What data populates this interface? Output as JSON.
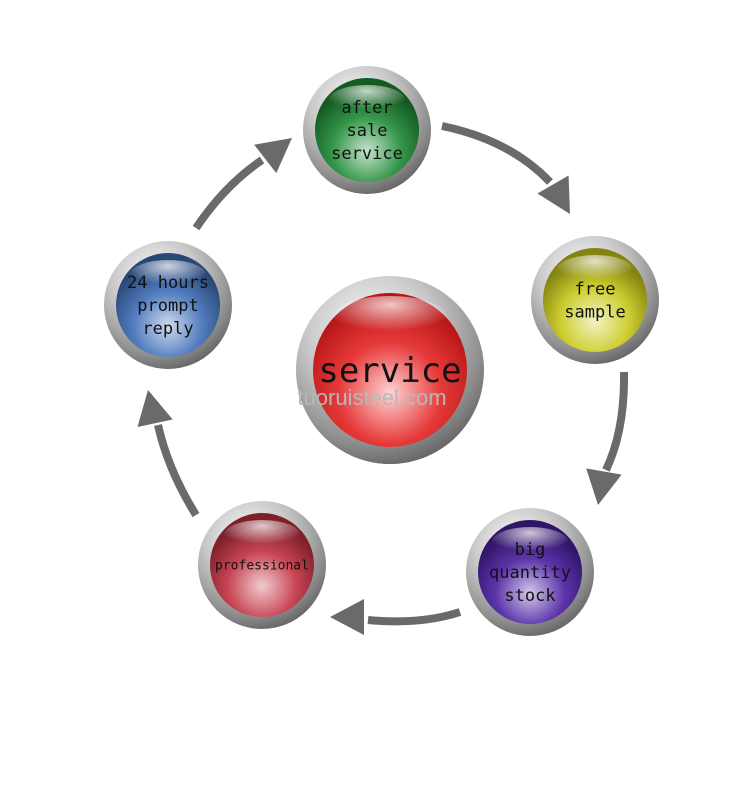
{
  "center": {
    "label": "service",
    "color": "#e02020"
  },
  "watermark": "tuoruisteel.com",
  "nodes": [
    {
      "id": "after-sale-service",
      "lines": [
        "after",
        "sale",
        "service"
      ],
      "color": "#1e8a35"
    },
    {
      "id": "free-sample",
      "lines": [
        "free",
        "sample"
      ],
      "color": "#c9c91a"
    },
    {
      "id": "big-quantity-stock",
      "lines": [
        "big",
        "quantity",
        "stock"
      ],
      "color": "#4a1fa0"
    },
    {
      "id": "professional",
      "lines": [
        "professional"
      ],
      "color": "#c23040"
    },
    {
      "id": "24-hours-prompt-reply",
      "lines": [
        "24 hours",
        "prompt",
        "reply"
      ],
      "color": "#3f6fb8"
    }
  ],
  "arrow_color": "#6a6a6a",
  "ring_color": "#a8a8a8"
}
